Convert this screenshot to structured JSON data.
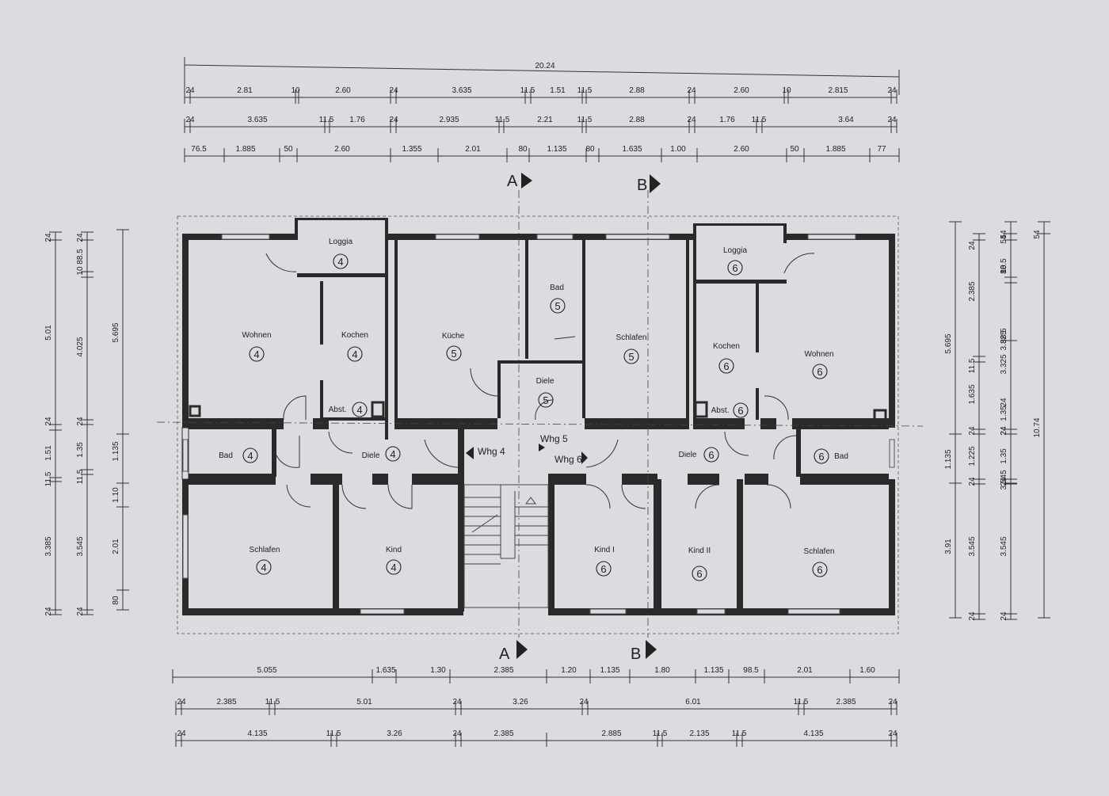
{
  "colors": {
    "paper": "#dcdbe0",
    "ink": "#222222",
    "wall": "#2a2a2a"
  },
  "dims_top": {
    "overall": "20.24",
    "row1": [
      "24",
      "2.81",
      "10",
      "2.60",
      "24",
      "3.635",
      "11.5",
      "1.51",
      "11.5",
      "2.88",
      "24",
      "2.60",
      "10",
      "2.815",
      "24"
    ],
    "row2": [
      "24",
      "3.635",
      "11.5",
      "1.76",
      "24",
      "2.935",
      "11.5",
      "2.21",
      "11.5",
      "2.88",
      "24",
      "1.76",
      "11.5",
      "3.64",
      "24"
    ],
    "row3": [
      "76.5",
      "1.885",
      "50",
      "2.60",
      "1.355",
      "2.01",
      "80",
      "1.135",
      "80",
      "1.635",
      "1.00",
      "2.60",
      "50",
      "1.885",
      "77"
    ]
  },
  "dims_bottom": {
    "row1": [
      "5.055",
      "1.635",
      "1.30",
      "2.385",
      "1.20",
      "1.135",
      "1.80",
      "1.135",
      "98.5",
      "2.01",
      "1.60"
    ],
    "row2": [
      "24",
      "2.385",
      "11.5",
      "5.01",
      "24",
      "3.26",
      "24",
      "6.01",
      "11.5",
      "2.385",
      "24"
    ],
    "row3": [
      "24",
      "4.135",
      "11.5",
      "3.26",
      "24",
      "2.385",
      "2.885",
      "11.5",
      "2.135",
      "11.5",
      "4.135",
      "24"
    ]
  },
  "dims_left": {
    "col1": [
      "24",
      "5.01",
      "24",
      "1.51",
      "11.5",
      "3.385",
      "24"
    ],
    "col2": [
      "24",
      "10",
      "88.5",
      "4.025",
      "24",
      "1.35",
      "11.5",
      "3.545",
      "24"
    ],
    "col3": [
      "5.695",
      "1.135",
      "1.10",
      "2.01",
      "80"
    ]
  },
  "dims_right": {
    "col1": [
      "5.695",
      "1.135",
      "3.91"
    ],
    "col2": [
      "24",
      "2.385",
      "11.5",
      "1.635",
      "24",
      "1.225",
      "24",
      "3.545",
      "24"
    ],
    "col3": [
      "54",
      "54",
      "6",
      "81.5",
      "10",
      "60",
      "24",
      "11.5"
    ],
    "col4": [
      "54",
      "10",
      "88.5",
      "3.325",
      "24",
      "1.35",
      "24",
      "3.545",
      "24"
    ],
    "col5": [
      "54",
      "10.74"
    ]
  },
  "sections": {
    "a": "A",
    "b": "B"
  },
  "rooms": {
    "loggia4": "Loggia",
    "wohnen4": "Wohnen",
    "kochen4": "Kochen",
    "abst4": "Abst.",
    "bad4": "Bad",
    "diele4": "Diele",
    "schlafen4": "Schlafen",
    "kind4": "Kind",
    "kueche5": "Küche",
    "bad5": "Bad",
    "diele5": "Diele",
    "schlafen5": "Schlafen",
    "loggia6": "Loggia",
    "kochen6": "Kochen",
    "wohnen6": "Wohnen",
    "abst6": "Abst.",
    "bad6": "Bad",
    "diele6": "Diele",
    "kind1_6": "Kind I",
    "kind2_6": "Kind II",
    "schlafen6": "Schlafen"
  },
  "units": {
    "u4": "4",
    "u5": "5",
    "u6": "6"
  },
  "whg": {
    "w4": "Whg 4",
    "w5": "Whg 5",
    "w6": "Whg 6"
  }
}
